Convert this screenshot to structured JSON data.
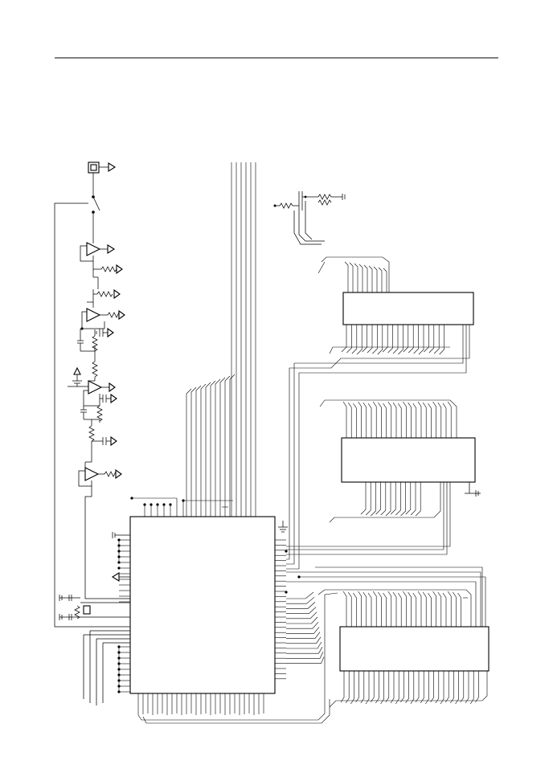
{
  "page": {
    "background": "#ffffff",
    "line_color": "#000000",
    "has_header_rule": true
  },
  "schematic": {
    "components": [
      "connector-icon",
      "switch-icon",
      "opamp-icon",
      "resistor-icon",
      "capacitor-icon",
      "ground-icon",
      "crystal-icon",
      "microcontroller-chip",
      "memory-chip"
    ],
    "ic_count": 4,
    "opamp_count": 4,
    "text_labels": []
  }
}
